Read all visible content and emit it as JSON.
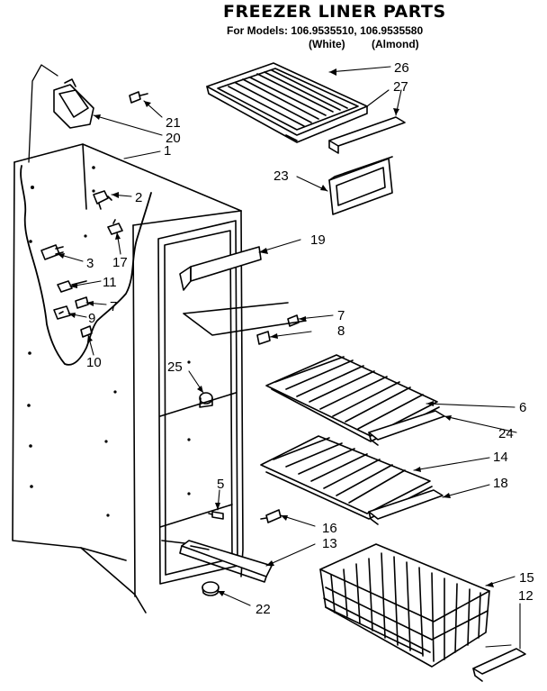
{
  "header": {
    "title": "FREEZER LINER PARTS",
    "models_label": "For Models: 106.9535510, 106.9535580",
    "variants": [
      "(White)",
      "(Almond)"
    ]
  },
  "callouts": [
    "26",
    "27",
    "21",
    "20",
    "1",
    "23",
    "2",
    "19",
    "17",
    "3",
    "11",
    "7",
    "9",
    "7",
    "8",
    "10",
    "25",
    "6",
    "24",
    "14",
    "18",
    "5",
    "16",
    "13",
    "15",
    "12",
    "22"
  ]
}
